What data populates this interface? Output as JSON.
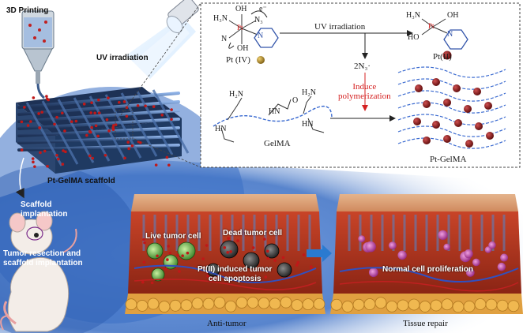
{
  "labels": {
    "printing": "3D Printing",
    "uv": "UV irradiation",
    "scaffold": "Pt-GelMA scaffold",
    "implant": "Scaffold\nimplantation",
    "tumor_resection": "Tumor resection and\nscaffold implantation"
  },
  "reaction": {
    "uv_label": "UV irradiation",
    "pt4_label": "Pt (IV)",
    "pt2_label": "Pt(II)",
    "azide": "2N₃·",
    "induce": "Induce\npolymerization",
    "gelma": "GelMA",
    "product": "Pt-GelMA"
  },
  "chem_text": {
    "h3n": "H₃N",
    "oh_top": "OH",
    "e_minus": "e⁻",
    "n3": "N₃",
    "pt": "Pt",
    "n3_left": "N",
    "oh_bottom": "OH",
    "n_ring": "N",
    "h3n_right": "H₃N",
    "oh_right": "OH",
    "ho": "HO",
    "pt_right": "Pt",
    "n_right": "N",
    "h2n_1": "H₂N",
    "h2n_2": "H₂N",
    "hn_1": "HN",
    "hn_2": "HN",
    "hn_3": "HN",
    "o": "O"
  },
  "tissue": {
    "left_caption": "Anti-tumor",
    "right_caption": "Tissue repair",
    "live": "Live tumor cell",
    "dead": "Dead tumor cell",
    "apoptosis": "Pt(II) induced tumor\ncell apoptosis",
    "normal": "Normal cell proliferation"
  },
  "colors": {
    "accent_red": "#d42020",
    "scaffold_blue": "#3a5a8a",
    "particle_red": "#b01010",
    "cell_pink": "#c84ab0",
    "background_glow": "#3b6fc4"
  }
}
